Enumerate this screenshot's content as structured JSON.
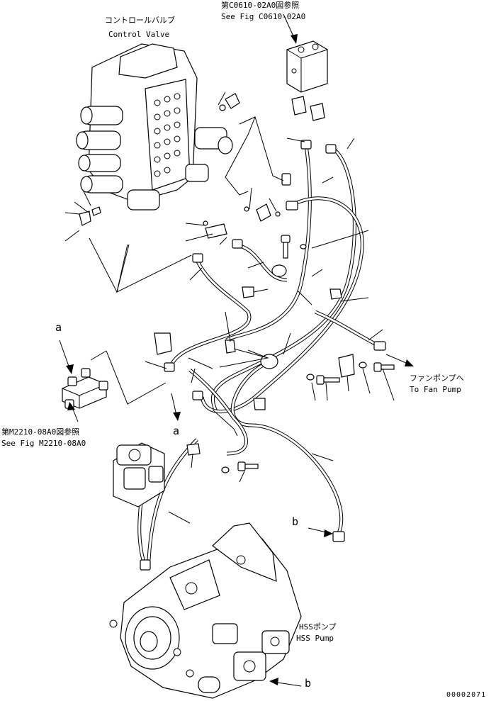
{
  "labels": {
    "control_valve_jp": "コントロールバルブ",
    "control_valve_en": "Control Valve",
    "see_c0610_jp": "第C0610-02A0図参照",
    "see_c0610_en": "See Fig C0610-02A0",
    "see_m2210_jp": "第M2210-08A0図参照",
    "see_m2210_en": "See Fig M2210-08A0",
    "fan_pump_jp": "ファンポンプへ",
    "fan_pump_en": "To Fan Pump",
    "hss_pump_jp": "HSSポンプ",
    "hss_pump_en": "HSS Pump",
    "ref_a_top": "a",
    "ref_a_mid": "a",
    "ref_b_top": "b",
    "ref_b_bottom": "b",
    "drawing_number": "00002071"
  }
}
